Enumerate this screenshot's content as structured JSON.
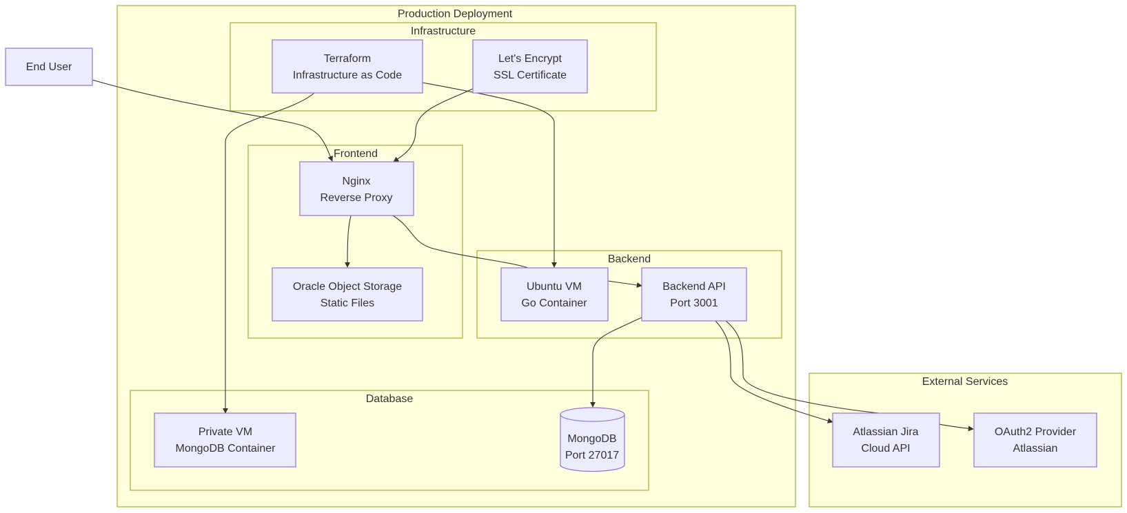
{
  "clusters": {
    "production": {
      "label": "Production Deployment"
    },
    "infrastructure": {
      "label": "Infrastructure"
    },
    "frontend": {
      "label": "Frontend"
    },
    "backend": {
      "label": "Backend"
    },
    "database": {
      "label": "Database"
    },
    "external": {
      "label": "External Services"
    }
  },
  "nodes": {
    "end_user": {
      "line1": "End User"
    },
    "terraform": {
      "line1": "Terraform",
      "line2": "Infrastructure as Code"
    },
    "letsencrypt": {
      "line1": "Let's Encrypt",
      "line2": "SSL Certificate"
    },
    "nginx": {
      "line1": "Nginx",
      "line2": "Reverse Proxy"
    },
    "object_storage": {
      "line1": "Oracle Object Storage",
      "line2": "Static Files"
    },
    "ubuntu_vm": {
      "line1": "Ubuntu VM",
      "line2": "Go Container"
    },
    "backend_api": {
      "line1": "Backend API",
      "line2": "Port 3001"
    },
    "private_vm": {
      "line1": "Private VM",
      "line2": "MongoDB Container"
    },
    "mongodb": {
      "line1": "MongoDB",
      "line2": "Port 27017"
    },
    "jira": {
      "line1": "Atlassian Jira",
      "line2": "Cloud API"
    },
    "oauth2": {
      "line1": "OAuth2 Provider",
      "line2": "Atlassian"
    }
  },
  "colors": {
    "cluster_fill": "#ffffde",
    "cluster_stroke": "#aaaa33",
    "node_fill": "#ececff",
    "node_stroke": "#9370db",
    "edge": "#333333",
    "text": "#333333"
  }
}
